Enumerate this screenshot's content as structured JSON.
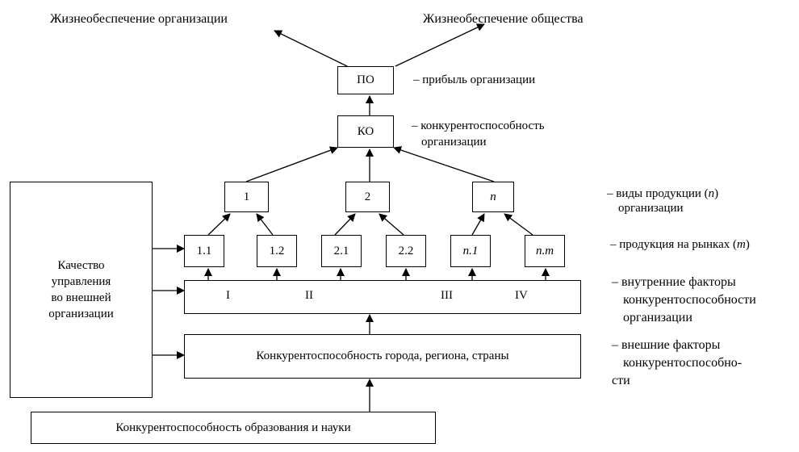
{
  "top": {
    "org_life": "Жизнеобеспечение организации",
    "society_life": "Жизнеобеспечение общества"
  },
  "boxes": {
    "po": "ПО",
    "ko": "КО",
    "p1": "1",
    "p2": "2",
    "pn": "n",
    "m11": "1.1",
    "m12": "1.2",
    "m21": "2.1",
    "m22": "2.2",
    "mn1": "n.1",
    "mnm": "n.m",
    "internal_labels": [
      "I",
      "II",
      "III",
      "IV"
    ],
    "city": "Конкурентоспособность города, региона, страны",
    "education": "Конкурентоспособность образования и науки",
    "quality_line1": "Качество",
    "quality_line2": "управления",
    "quality_line3": "во внешней",
    "quality_line4": "организации"
  },
  "legend": {
    "po": "– прибыль организации",
    "ko_line1": "– конкурентоспособность",
    "ko_line2": "организации",
    "products_line1_pre": "– виды продукции (",
    "products_var": "n",
    "products_line1_post": ")",
    "products_line2": "организации",
    "markets_pre": "– продукция на рынках (",
    "markets_var": "m",
    "markets_post": ")",
    "internal_line1": "– внутренние факторы",
    "internal_line2": "конкурентоспособности",
    "internal_line3": "организации",
    "external_line1": "– внешние факторы",
    "external_line2": "конкурентоспособно-",
    "external_line3": "сти"
  }
}
